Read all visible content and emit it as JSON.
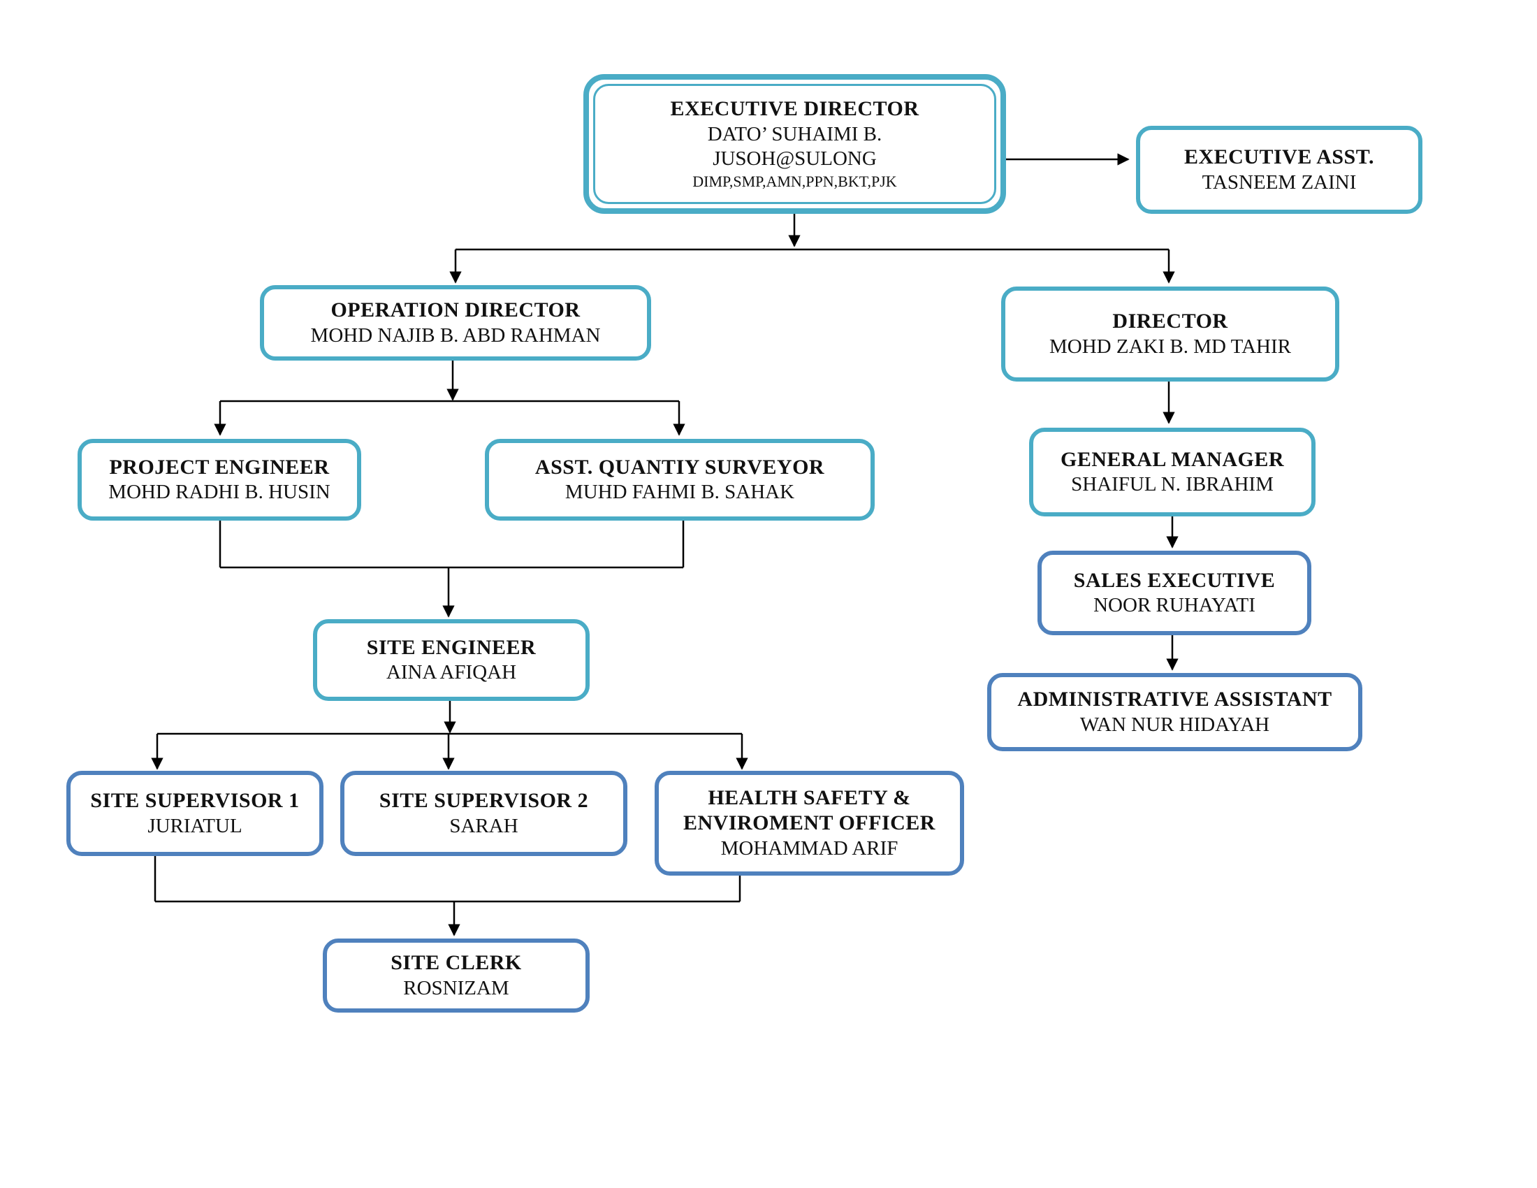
{
  "nodes": {
    "executive_director": {
      "role": "EXECUTIVE DIRECTOR",
      "name_line1": "DATO’ SUHAIMI B.",
      "name_line2": "JUSOH@SULONG",
      "honors": "DIMP,SMP,AMN,PPN,BKT,PJK"
    },
    "executive_asst": {
      "role": "EXECUTIVE ASST.",
      "name": "TASNEEM ZAINI"
    },
    "operation_director": {
      "role": "OPERATION DIRECTOR",
      "name": "MOHD NAJIB B. ABD RAHMAN"
    },
    "director": {
      "role": "DIRECTOR",
      "name": "MOHD ZAKI B. MD TAHIR"
    },
    "project_engineer": {
      "role": "PROJECT ENGINEER",
      "name": "MOHD RADHI B. HUSIN"
    },
    "asst_quantity_surveyor": {
      "role": "ASST. QUANTIY SURVEYOR",
      "name": "MUHD FAHMI B. SAHAK"
    },
    "general_manager": {
      "role": "GENERAL MANAGER",
      "name": "SHAIFUL N. IBRAHIM"
    },
    "sales_executive": {
      "role": "SALES EXECUTIVE",
      "name": "NOOR RUHAYATI"
    },
    "administrative_assistant": {
      "role": "ADMINISTRATIVE ASSISTANT",
      "name": "WAN NUR HIDAYAH"
    },
    "site_engineer": {
      "role": "SITE ENGINEER",
      "name": "AINA AFIQAH"
    },
    "site_supervisor_1": {
      "role": "SITE SUPERVISOR 1",
      "name": "JURIATUL"
    },
    "site_supervisor_2": {
      "role": "SITE SUPERVISOR 2",
      "name": "SARAH"
    },
    "hse_officer": {
      "role_line1": "HEALTH SAFETY &",
      "role_line2": "ENVIROMENT OFFICER",
      "name": "MOHAMMAD ARIF"
    },
    "site_clerk": {
      "role": "SITE CLERK",
      "name": "ROSNIZAM"
    }
  },
  "colors": {
    "teal_border": "#4aacc6",
    "blue_border": "#4f81bd",
    "connector": "#000000"
  }
}
